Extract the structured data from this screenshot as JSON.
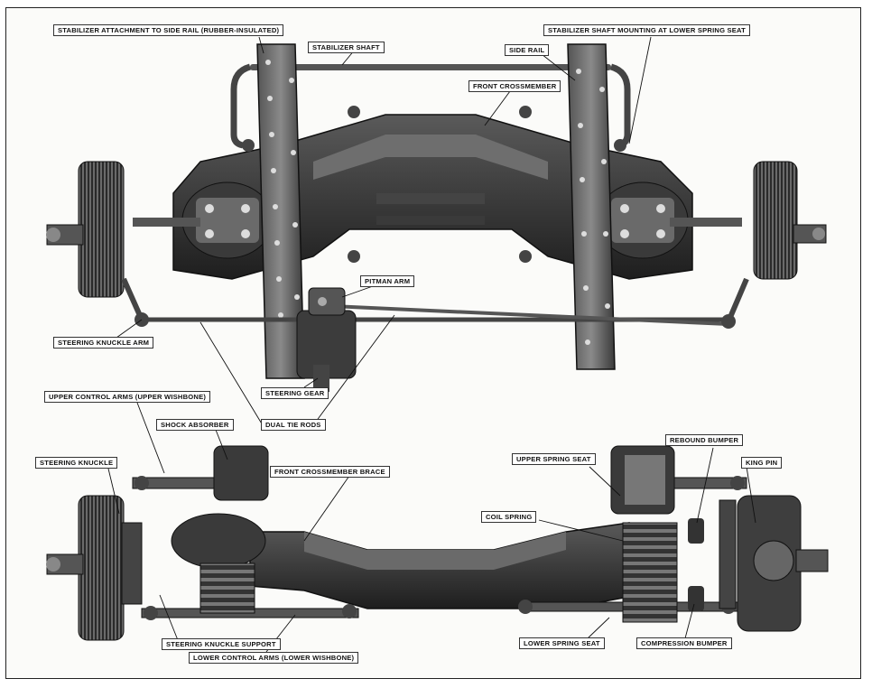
{
  "labels": {
    "stab_attach": "STABILIZER ATTACHMENT TO SIDE RAIL (RUBBER-INSULATED)",
    "stab_shaft": "STABILIZER SHAFT",
    "stab_mount": "STABILIZER SHAFT MOUNTING AT LOWER SPRING SEAT",
    "side_rail": "SIDE RAIL",
    "front_crossmember": "FRONT CROSSMEMBER",
    "pitman_arm": "PITMAN ARM",
    "steering_knuckle_arm": "STEERING KNUCKLE ARM",
    "steering_gear": "STEERING GEAR",
    "upper_control_arms": "UPPER CONTROL ARMS (UPPER WISHBONE)",
    "dual_tie_rods": "DUAL TIE RODS",
    "shock_absorber": "SHOCK ABSORBER",
    "steering_knuckle": "STEERING KNUCKLE",
    "front_crossmember_brace": "FRONT CROSSMEMBER BRACE",
    "upper_spring_seat": "UPPER SPRING SEAT",
    "rebound_bumper": "REBOUND BUMPER",
    "king_pin": "KING PIN",
    "coil_spring": "COIL SPRING",
    "steering_knuckle_support": "STEERING KNUCKLE SUPPORT",
    "lower_control_arms": "LOWER CONTROL ARMS (LOWER WISHBONE)",
    "lower_spring_seat": "LOWER SPRING SEAT",
    "compression_bumper": "COMPRESSION BUMPER"
  },
  "colors": {
    "metal_dark": "#2e2e2e",
    "metal_mid": "#555555",
    "metal_light": "#8a8a8a",
    "label_border": "#333333"
  }
}
